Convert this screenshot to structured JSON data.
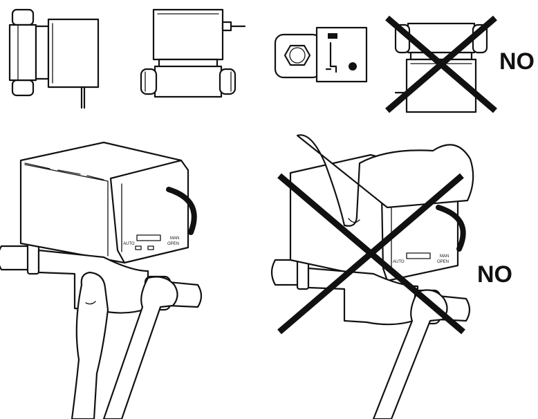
{
  "panels": {
    "forbidden_mounting": {
      "label": "NO"
    },
    "forbidden_handling": {
      "label": "NO"
    }
  },
  "actuator_markings": {
    "auto": "AUTO",
    "man": "MAN",
    "open": "OPEN"
  },
  "icons": {
    "cross": "cross-out-icon",
    "arrow": "manual-lever-arrow-icon"
  },
  "colors": {
    "ink": "#111111",
    "background": "#ffffff"
  }
}
